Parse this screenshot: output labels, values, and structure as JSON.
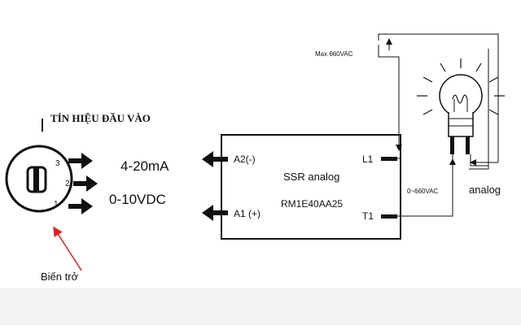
{
  "input": {
    "title": "TÍN HIỆU ĐẦU VÀO",
    "signal_current": "4-20mA",
    "signal_voltage": "0-10VDC",
    "pin_3": "3",
    "pin_2": "2",
    "pin_1": "1",
    "potentiometer_label": "Biến trở"
  },
  "ssr": {
    "a2_label": "A2(-)",
    "a1_label": "A1 (+)",
    "l1_label": "L1",
    "t1_label": "T1",
    "name": "SSR analog",
    "model": "RM1E40AA25"
  },
  "load": {
    "max_voltage": "Max  660VAC",
    "range_voltage": "0~660VAC",
    "analog_label": "analog"
  },
  "colors": {
    "line": "#111111",
    "arrow_red": "#e02020",
    "band": "#f2f2f2"
  }
}
